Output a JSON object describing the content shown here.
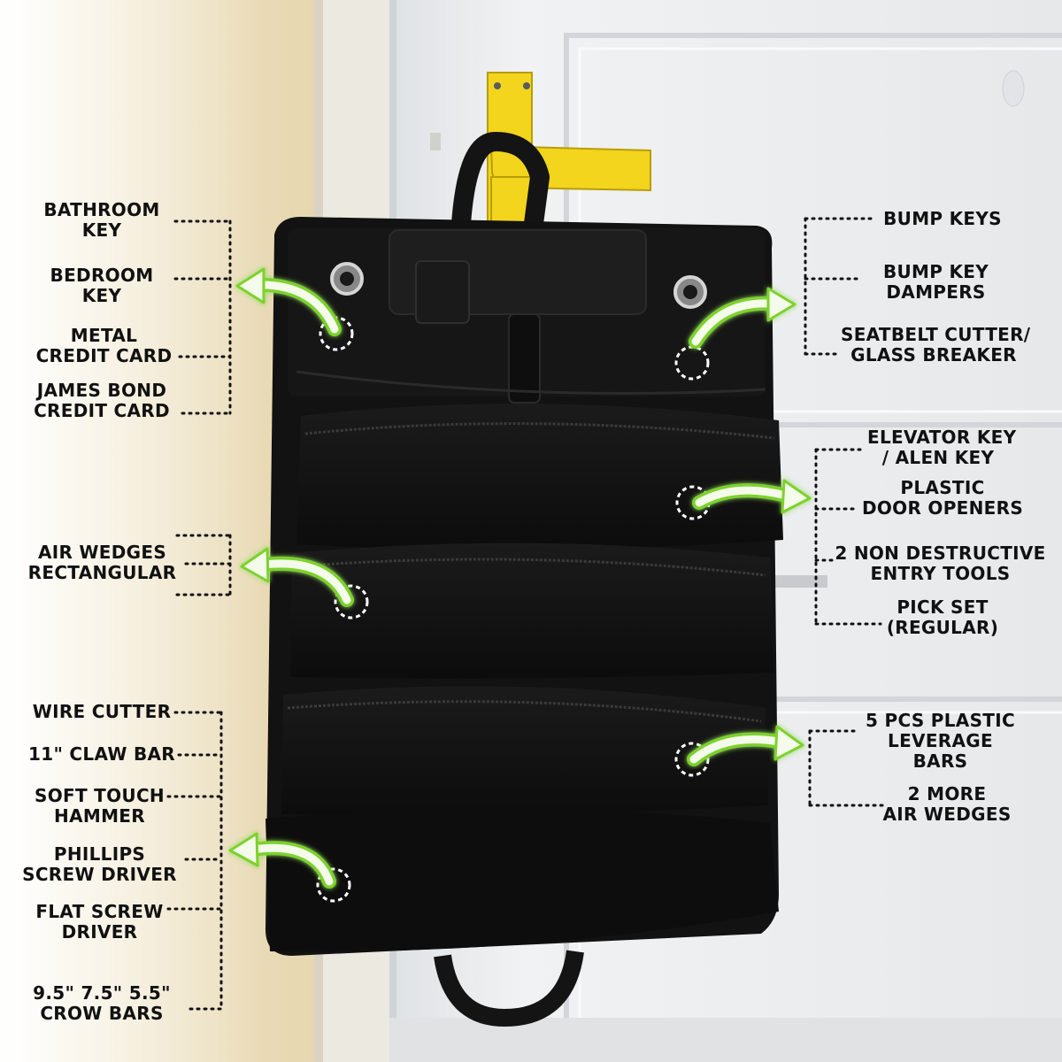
{
  "colors": {
    "arrow_fill": "#f4fbea",
    "arrow_glow": "#7cd22c",
    "bag": "#111111",
    "handle": "#f2d51c",
    "door": "#eef0f2",
    "wall": "#e9dcb7",
    "text": "#111111"
  },
  "labels": {
    "bathroom_key": [
      "BATHROOM",
      "KEY"
    ],
    "bedroom_key": [
      "BEDROOM",
      "KEY"
    ],
    "metal_credit_card": [
      "METAL",
      "CREDIT CARD"
    ],
    "james_bond_card": [
      "JAMES BOND",
      "CREDIT  CARD"
    ],
    "bump_keys": [
      "BUMP KEYS"
    ],
    "bump_key_dampers": [
      "BUMP KEY",
      "DAMPERS"
    ],
    "seatbelt_cutter": [
      "SEATBELT CUTTER/",
      "GLASS BREAKER"
    ],
    "elevator_key": [
      "ELEVATOR KEY",
      "/ ALEN KEY"
    ],
    "plastic_door_openers": [
      "PLASTIC",
      "DOOR OPENERS"
    ],
    "entry_tools": [
      "2 NON DESTRUCTIVE",
      "ENTRY TOOLS"
    ],
    "pick_set": [
      "PICK SET",
      "(REGULAR)"
    ],
    "air_wedges_rect": [
      "AIR WEDGES",
      "RECTANGULAR"
    ],
    "wire_cutter": [
      "WIRE CUTTER"
    ],
    "claw_bar": [
      "11\" CLAW BAR"
    ],
    "soft_touch_hammer": [
      "SOFT TOUCH",
      "HAMMER"
    ],
    "phillips": [
      "PHILLIPS",
      "SCREW DRIVER"
    ],
    "flat_screw": [
      "FLAT SCREW",
      "DRIVER"
    ],
    "crow_bars": [
      "9.5\" 7.5\" 5.5\"",
      "CROW BARS"
    ],
    "leverage_bars": [
      "5 PCS PLASTIC",
      "LEVERAGE",
      "BARS"
    ],
    "more_air_wedges": [
      "2 MORE",
      "AIR WEDGES"
    ]
  }
}
